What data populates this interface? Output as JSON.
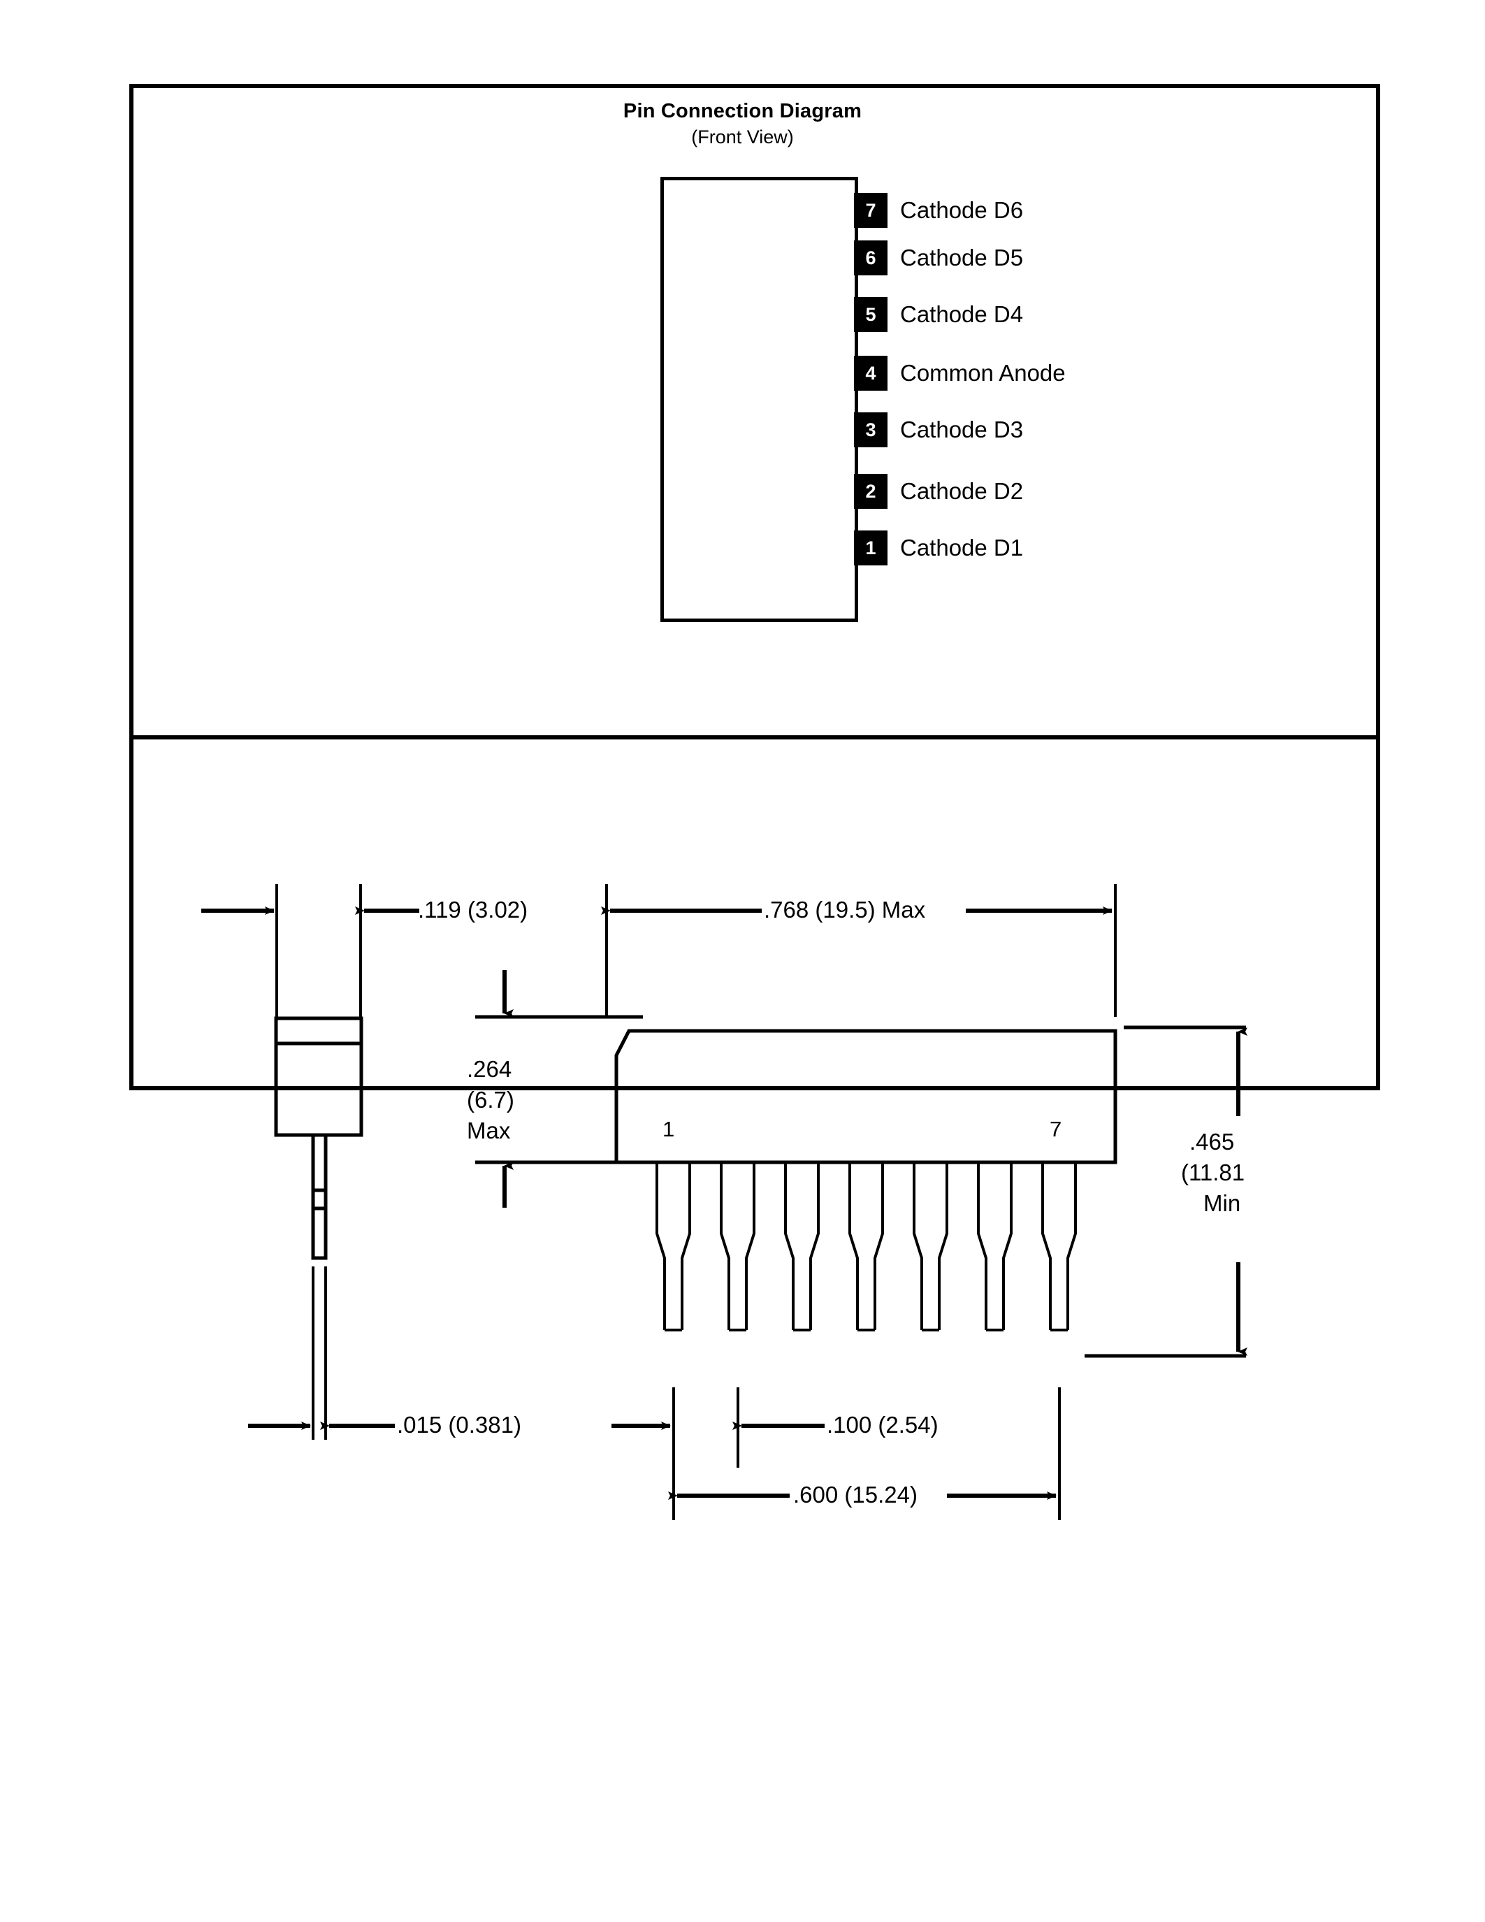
{
  "diagram": {
    "title": "Pin Connection Diagram",
    "subtitle": "(Front View)",
    "pins": [
      {
        "number": "7",
        "label": "Cathode D6"
      },
      {
        "number": "6",
        "label": "Cathode D5"
      },
      {
        "number": "5",
        "label": "Cathode D4"
      },
      {
        "number": "4",
        "label": "Common Anode"
      },
      {
        "number": "3",
        "label": "Cathode D3"
      },
      {
        "number": "2",
        "label": "Cathode D2"
      },
      {
        "number": "1",
        "label": "Cathode D1"
      }
    ]
  },
  "mechanical": {
    "dimensions": {
      "thickness": ".119 (3.02)",
      "length": ".768 (19.5) Max",
      "standoff_l1": ".264",
      "standoff_l2": "(6.7)",
      "standoff_l3": "Max",
      "height_l1": ".465",
      "height_l2": "(11.81",
      "height_l3": "Min",
      "lead_width": ".015 (0.381)",
      "lead_pitch": ".100 (2.54)",
      "lead_span": ".600 (15.24)"
    },
    "pin_markers": {
      "first": "1",
      "last": "7"
    }
  },
  "colors": {
    "ink": "#000000",
    "paper": "#ffffff"
  },
  "icons": {
    "arrow_left": "arrow-left-icon",
    "arrow_right": "arrow-right-icon",
    "arrow_up": "arrow-up-icon",
    "arrow_down": "arrow-down-icon"
  }
}
